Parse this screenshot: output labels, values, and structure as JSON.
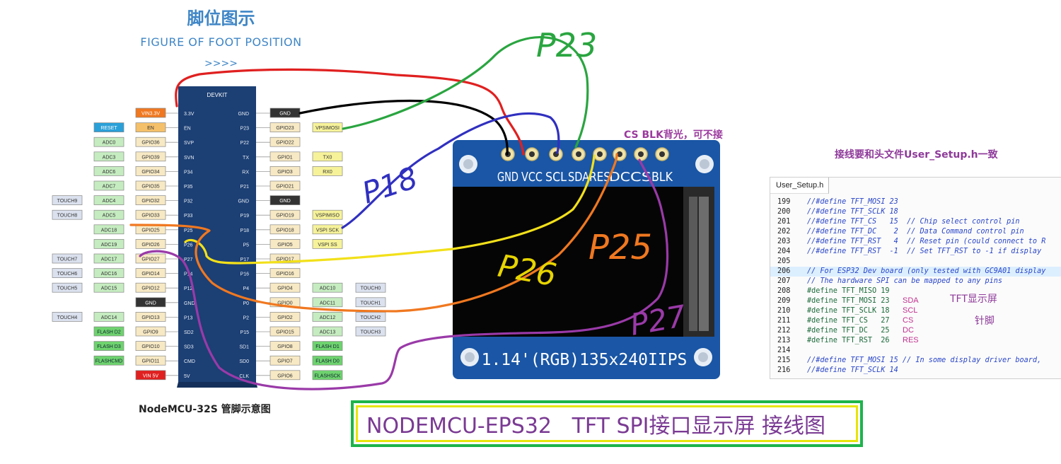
{
  "header": {
    "title_cn": "脚位图示",
    "title_en": "FIGURE OF FOOT POSITION",
    "arrows": ">>>>"
  },
  "board": {
    "title": "DEVKIT",
    "caption": "NodeMCU-32S 管脚示意图",
    "left_pins": [
      "3.3V",
      "EN",
      "SVP",
      "SVN",
      "P34",
      "P35",
      "P32",
      "P33",
      "P25",
      "P26",
      "P27",
      "P14",
      "P12",
      "GND",
      "P13",
      "SD2",
      "SD3",
      "CMD",
      "5V"
    ],
    "right_pins": [
      "GND",
      "P23",
      "P22",
      "TX",
      "RX",
      "P21",
      "GND",
      "P19",
      "P18",
      "P5",
      "P17",
      "P16",
      "P4",
      "P0",
      "P2",
      "P15",
      "SD1",
      "SD0",
      "CLK"
    ],
    "left_gpio": [
      "VIN3.3V",
      "EN",
      "GPIO36",
      "GPIO39",
      "GPIO34",
      "GPIO35",
      "GPIO32",
      "GPIO33",
      "GPIO25",
      "GPIO26",
      "GPIO27",
      "GPIO14",
      "GPIO12",
      "GND",
      "GPIO13",
      "GPIO9",
      "GPIO10",
      "GPIO11",
      "VIN 5V"
    ],
    "right_gpio": [
      "GND",
      "GPIO23",
      "GPIO22",
      "GPIO1",
      "GPIO3",
      "GPIO21",
      "GND",
      "GPIO19",
      "GPIO18",
      "GPIO5",
      "GPIO17",
      "GPIO16",
      "GPIO4",
      "GPIO0",
      "GPIO2",
      "GPIO15",
      "GPIO8",
      "GPIO7",
      "GPIO6"
    ],
    "left_func_1": [
      "",
      "RESET",
      "ADC0",
      "ADC3",
      "ADC6",
      "ADC7",
      "ADC4",
      "ADC5",
      "ADC18",
      "ADC19",
      "ADC17",
      "ADC16",
      "ADC15",
      "",
      "ADC14",
      "FLASH D2",
      "FLASH D3",
      "FLASHCMD",
      ""
    ],
    "left_func_2": [
      "",
      "",
      "",
      "",
      "",
      "",
      "TOUCH9",
      "TOUCH8",
      "",
      "",
      "TOUCH7",
      "TOUCH6",
      "TOUCH5",
      "",
      "TOUCH4",
      "",
      "",
      "",
      ""
    ],
    "right_func_1": [
      "",
      "VPSIMOSI",
      "",
      "TX0",
      "RX0",
      "",
      "",
      "VSPIMISO",
      "VSPI SCK",
      "VSPI SS",
      "",
      "",
      "ADC10",
      "ADC11",
      "ADC12",
      "ADC13",
      "FLASH D1",
      "FLASH D0",
      "FLASHSCK"
    ],
    "right_func_2": [
      "",
      "",
      "",
      "",
      "",
      "",
      "",
      "",
      "",
      "",
      "",
      "",
      "TOUCH0",
      "TOUCH1",
      "TOUCH2",
      "TOUCH3",
      "",
      "",
      ""
    ]
  },
  "display": {
    "pins": [
      "GND",
      "VCC",
      "SCL",
      "SDA",
      "RES",
      "DC",
      "CS",
      "BLK"
    ],
    "label": "1.14'(RGB)135x240IIPS",
    "note": "CS BLK背光，可不接"
  },
  "handwritten": {
    "p23": "P23",
    "p18": "P18",
    "p26": "P26",
    "p25": "P25",
    "p27": "P27"
  },
  "wiring_title": "接线要和头文件User_Setup.h一致",
  "code": {
    "tab": "User_Setup.h",
    "lines": [
      {
        "n": "199",
        "t": "//#define TFT_MOSI 23",
        "k": "comment"
      },
      {
        "n": "200",
        "t": "//#define TFT_SCLK 18",
        "k": "comment"
      },
      {
        "n": "201",
        "t": "//#define TFT_CS   15  // Chip select control pin",
        "k": "comment"
      },
      {
        "n": "202",
        "t": "//#define TFT_DC    2  // Data Command control pin",
        "k": "comment"
      },
      {
        "n": "203",
        "t": "//#define TFT_RST   4  // Reset pin (could connect to R",
        "k": "comment"
      },
      {
        "n": "204",
        "t": "//#define TFT_RST  -1  // Set TFT_RST to -1 if display",
        "k": "comment"
      },
      {
        "n": "205",
        "t": "",
        "k": "blank"
      },
      {
        "n": "206",
        "t": "// For ESP32 Dev board (only tested with GC9A01 display",
        "k": "comment hl"
      },
      {
        "n": "207",
        "t": "// The hardware SPI can be mapped to any pins",
        "k": "comment"
      },
      {
        "n": "208",
        "t": "#define TFT_MISO 19",
        "k": "define"
      },
      {
        "n": "209",
        "t": "#define TFT_MOSI 23",
        "k": "define"
      },
      {
        "n": "210",
        "t": "#define TFT_SCLK 18",
        "k": "define"
      },
      {
        "n": "211",
        "t": "#define TFT_CS   27",
        "k": "define"
      },
      {
        "n": "212",
        "t": "#define TFT_DC   25",
        "k": "define"
      },
      {
        "n": "213",
        "t": "#define TFT_RST  26",
        "k": "define"
      },
      {
        "n": "214",
        "t": "",
        "k": "blank"
      },
      {
        "n": "215",
        "t": "//#define TFT_MOSI 15 // In some display driver board,",
        "k": "comment"
      },
      {
        "n": "216",
        "t": "//#define TFT_SCLK 14",
        "k": "comment"
      }
    ],
    "annotations": [
      "SDA",
      "SCL",
      "CS",
      "DC",
      "RES"
    ],
    "tft_label_1": "TFT显示屏",
    "tft_label_2": "针脚"
  },
  "banner": "NODEMCU-EPS32   TFT SPI接口显示屏 接线图",
  "colors": {
    "gnd_wire": "#000000",
    "vcc_wire": "#e02020",
    "scl_wire": "#3030c0",
    "sda_wire": "#2aa540",
    "res_wire": "#f2e01a",
    "dc_wire": "#f07820",
    "cs_wire": "#9a3aa8"
  }
}
